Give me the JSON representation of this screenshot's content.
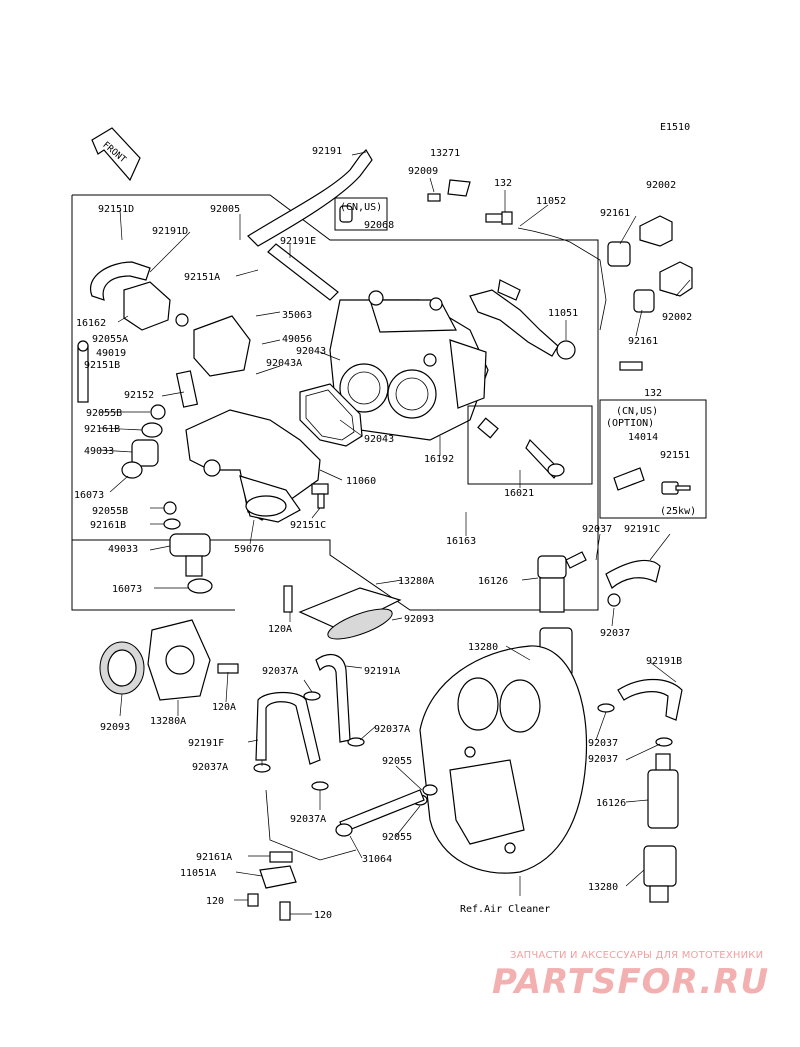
{
  "diagram_code": "E1510",
  "front_label": "FRONT",
  "ref_note": "Ref.Air Cleaner",
  "notes": {
    "cn_us": "(CN,US)",
    "cn_us_option_1": "(CN,US)",
    "cn_us_option_2": "(OPTION)",
    "kw25": "(25kw)"
  },
  "labels": {
    "92191": "92191",
    "13271": "13271",
    "92009": "92009",
    "132a": "132",
    "11052": "11052",
    "92002a": "92002",
    "92161a": "92161",
    "92002b": "92002",
    "92161b": "92161",
    "132b": "132",
    "14014": "14014",
    "92151": "92151",
    "92151D": "92151D",
    "92005": "92005",
    "92191D": "92191D",
    "92068": "92068",
    "92191E": "92191E",
    "92151A": "92151A",
    "35063": "35063",
    "16162": "16162",
    "92055A": "92055A",
    "49019": "49019",
    "92151B": "92151B",
    "49056": "49056",
    "92043a": "92043",
    "92043A": "92043A",
    "11051": "11051",
    "92152": "92152",
    "92055B_1": "92055B",
    "92161B_1": "92161B",
    "49033_1": "49033",
    "16073_1": "16073",
    "92043b": "92043",
    "16192": "16192",
    "11060": "11060",
    "16021": "16021",
    "92055B_2": "92055B",
    "92161B_2": "92161B",
    "92151C": "92151C",
    "49033_2": "49033",
    "59076": "59076",
    "16163": "16163",
    "92037a": "92037",
    "92191C": "92191C",
    "16126a": "16126",
    "16073_2": "16073",
    "13280A_1": "13280A",
    "120A_1": "120A",
    "92093_1": "92093",
    "92037b": "92037",
    "13280a": "13280",
    "92191B": "92191B",
    "92037A_1": "92037A",
    "92191A": "92191A",
    "120A_2": "120A",
    "92093_2": "92093",
    "13280A_2": "13280A",
    "92037A_2": "92037A",
    "92191F": "92191F",
    "92037A_3": "92037A",
    "92037c": "92037",
    "92037d": "92037",
    "92055_1": "92055",
    "16126b": "16126",
    "92037A_4": "92037A",
    "92055_2": "92055",
    "92161A": "92161A",
    "31064": "31064",
    "11051A": "11051A",
    "13280b": "13280",
    "120a": "120",
    "120b": "120"
  },
  "watermark": {
    "line": "ЗАПЧАСТИ И АКСЕССУАРЫ ДЛЯ МОТОТЕХНИКИ",
    "logo": "PARTSFOR.RU"
  }
}
